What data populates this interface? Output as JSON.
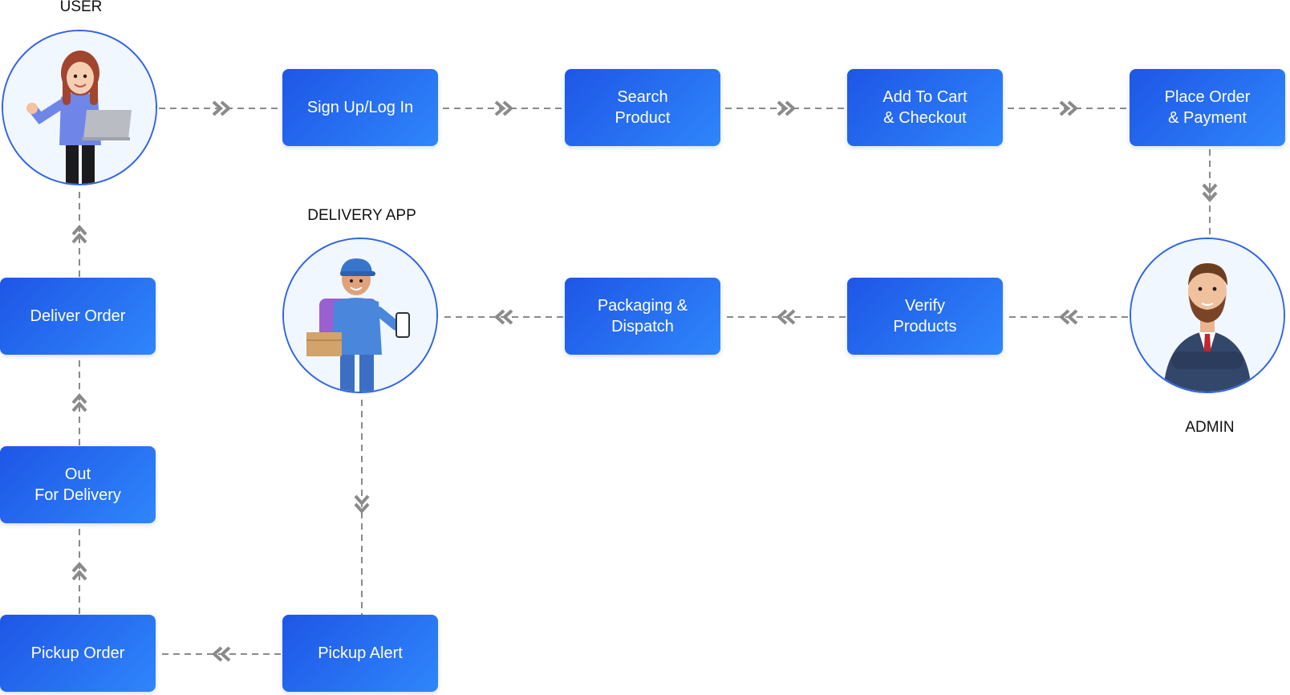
{
  "actors": {
    "user": {
      "label": "USER",
      "icon": "woman-with-laptop-icon"
    },
    "delivery_app": {
      "label": "DELIVERY APP",
      "icon": "delivery-man-icon"
    },
    "admin": {
      "label": "ADMIN",
      "icon": "businessman-icon"
    }
  },
  "steps": {
    "sign_up": "Sign Up/Log In",
    "search": "Search\nProduct",
    "cart": "Add To Cart\n& Checkout",
    "place_order": "Place Order\n& Payment",
    "verify": "Verify\nProducts",
    "packaging": "Packaging &\nDispatch",
    "deliver": "Deliver Order",
    "out_for_delivery": "Out\nFor Delivery",
    "pickup_order": "Pickup Order",
    "pickup_alert": "Pickup Alert"
  },
  "colors": {
    "box_start": "#1e56e6",
    "box_end": "#2f86fb",
    "connector": "#8a8a8a",
    "actor_border": "#2f63e6"
  }
}
